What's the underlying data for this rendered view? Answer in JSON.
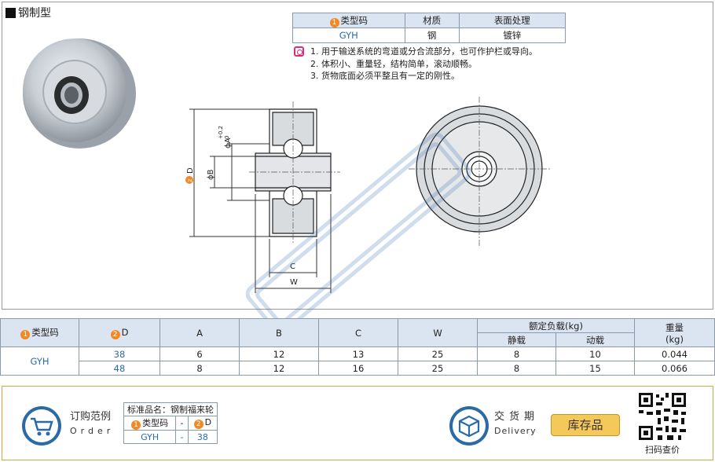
{
  "header": {
    "title": "钢制型"
  },
  "spec_table": {
    "headers": [
      "类型码",
      "材质",
      "表面处理"
    ],
    "header_badge": "1",
    "row": {
      "code": "GYH",
      "material": "钢",
      "surface": "镀锌"
    }
  },
  "notes": [
    "1. 用于输送系统的弯道或分合流部分，也可作护栏或导向。",
    "2. 体积小、重量轻，结构简单，滚动顺畅。",
    "3. 货物底面必须平整且有一定的刚性。"
  ],
  "drawing": {
    "dim_a": "ϕA",
    "tol_a_upper": "+0.2",
    "tol_a_lower": "0",
    "dim_b": "ϕB",
    "dim_d_badge": "2",
    "dim_d": "D",
    "dim_c": "C",
    "dim_w": "W"
  },
  "data_table": {
    "col_code": "类型码",
    "col_code_badge": "1",
    "col_d": "D",
    "col_d_badge": "2",
    "col_a": "A",
    "col_b": "B",
    "col_c": "C",
    "col_w": "W",
    "col_load": "额定负载(kg)",
    "col_static": "静载",
    "col_dynamic": "动载",
    "col_weight": "重量",
    "col_weight_unit": "(kg)",
    "rows": [
      {
        "code": "GYH",
        "d": "38",
        "a": "6",
        "b": "12",
        "c": "13",
        "w": "25",
        "static": "8",
        "dynamic": "10",
        "weight": "0.044"
      },
      {
        "code": "",
        "d": "48",
        "a": "8",
        "b": "12",
        "c": "16",
        "w": "25",
        "static": "8",
        "dynamic": "15",
        "weight": "0.066"
      }
    ]
  },
  "order": {
    "label_zh": "订购范例",
    "label_en": "Order",
    "std_name_label": "标准品名：",
    "std_name": "钢制福来轮",
    "col_code": "类型码",
    "col_code_badge": "1",
    "dash": "-",
    "col_d": "D",
    "col_d_badge": "2",
    "val_code": "GYH",
    "val_dash": "-",
    "val_d": "38"
  },
  "delivery": {
    "label_zh": "交货期",
    "label_en": "Delivery",
    "stock": "库存品"
  },
  "qr": {
    "label": "扫码查价"
  },
  "colors": {
    "accent_blue": "#2a6ab2",
    "badge_orange": "#f08a24",
    "header_bg": "#dbe5f1",
    "stock_yellow": "#f5c85a"
  }
}
